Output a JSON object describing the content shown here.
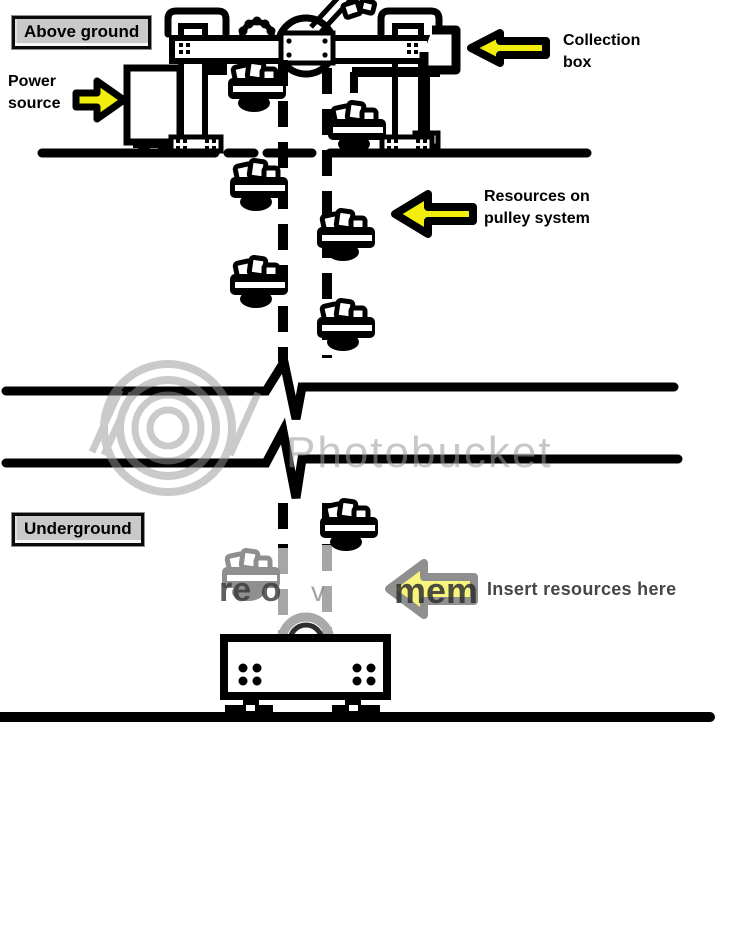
{
  "sections": {
    "above_ground": "Above ground",
    "underground": "Underground"
  },
  "annotations": {
    "power_source": "Power source",
    "collection_box": "Collection box",
    "resources": "Resources on pulley system",
    "insert": "Insert resources here"
  },
  "watermark": {
    "brand": "Photobucket",
    "fragments": {
      "left": "re o",
      "mid": "v",
      "right": "mem"
    }
  },
  "colors": {
    "arrow_yellow": "#f2ee0e",
    "faded_arrow_yellow": "#f8f57e",
    "label_background": "#c9c9c9",
    "ink": "#000000",
    "watermark_gray": "#9a9a9a",
    "insert_text_gray": "#46464a"
  }
}
